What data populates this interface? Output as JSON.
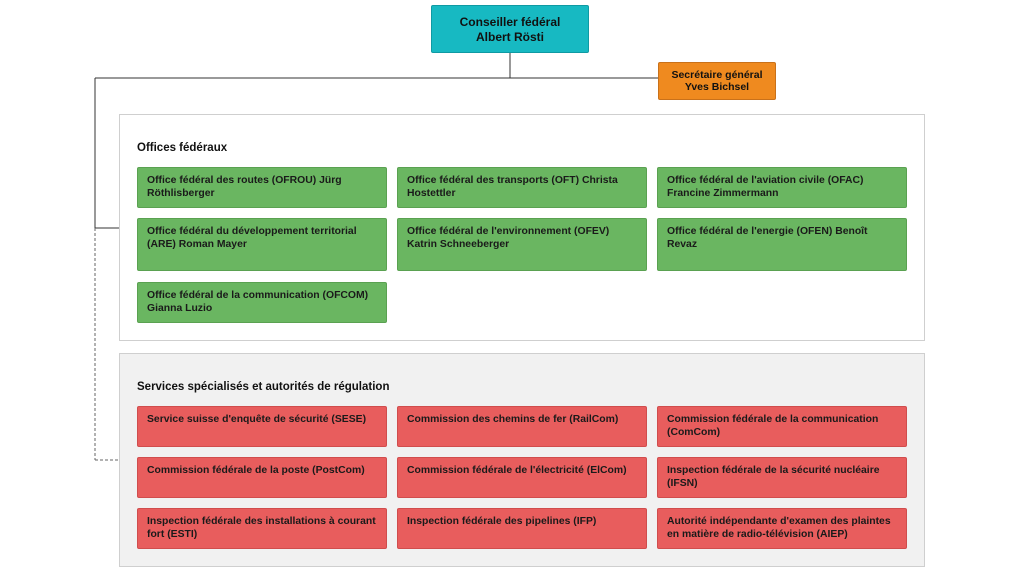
{
  "top": {
    "title": "Conseiller fédéral",
    "name": "Albert Rösti"
  },
  "secretary": {
    "title": "Secrétaire général",
    "name": "Yves Bichsel"
  },
  "offices": {
    "heading": "Offices fédéraux",
    "items": [
      {
        "title": "Office fédéral des routes (OFROU)",
        "name": "Jürg Röthlisberger"
      },
      {
        "title": "Office fédéral des transports (OFT)",
        "name": "Christa Hostettler"
      },
      {
        "title": "Office fédéral de l'aviation civile (OFAC)",
        "name": "Francine Zimmermann"
      },
      {
        "title": "Office fédéral du développement territorial",
        "title_line2": "(ARE)",
        "name": "Roman Mayer"
      },
      {
        "title": "Office fédéral de l'environnement (OFEV)",
        "name": "Katrin Schneeberger"
      },
      {
        "title": "Office fédéral de l'energie (OFEN)",
        "name": "Benoît Revaz"
      },
      {
        "title": "Office fédéral de la communication (OFCOM)",
        "name": "Gianna Luzio"
      }
    ]
  },
  "services": {
    "heading": "Services spécialisés et autorités de régulation",
    "items": [
      {
        "line1": "Service suisse d'enquête de sécurité (SESE)"
      },
      {
        "line1": "Commission des chemins de fer (RailCom)"
      },
      {
        "line1": "Commission fédérale de la communication",
        "line2": "(ComCom)"
      },
      {
        "line1": "Commission fédérale de la poste (PostCom)"
      },
      {
        "line1": "Commission fédérale de l'électricité (ElCom)"
      },
      {
        "line1": "Inspection fédérale de la sécurité nucléaire",
        "line2": "(IFSN)"
      },
      {
        "line1": "Inspection fédérale des installations à",
        "line2": "courant fort (ESTI)"
      },
      {
        "line1": "Inspection fédérale des pipelines (IFP)"
      },
      {
        "line1": "Autorité indépendante d'examen des plaintes",
        "line2": "en matière de radio-télévision (AIEP)"
      }
    ]
  },
  "colors": {
    "top": "#17b9c2",
    "secretary": "#ef8a1f",
    "office": "#6ab661",
    "service": "#e85d5d",
    "services_panel": "#f1f1f1"
  }
}
